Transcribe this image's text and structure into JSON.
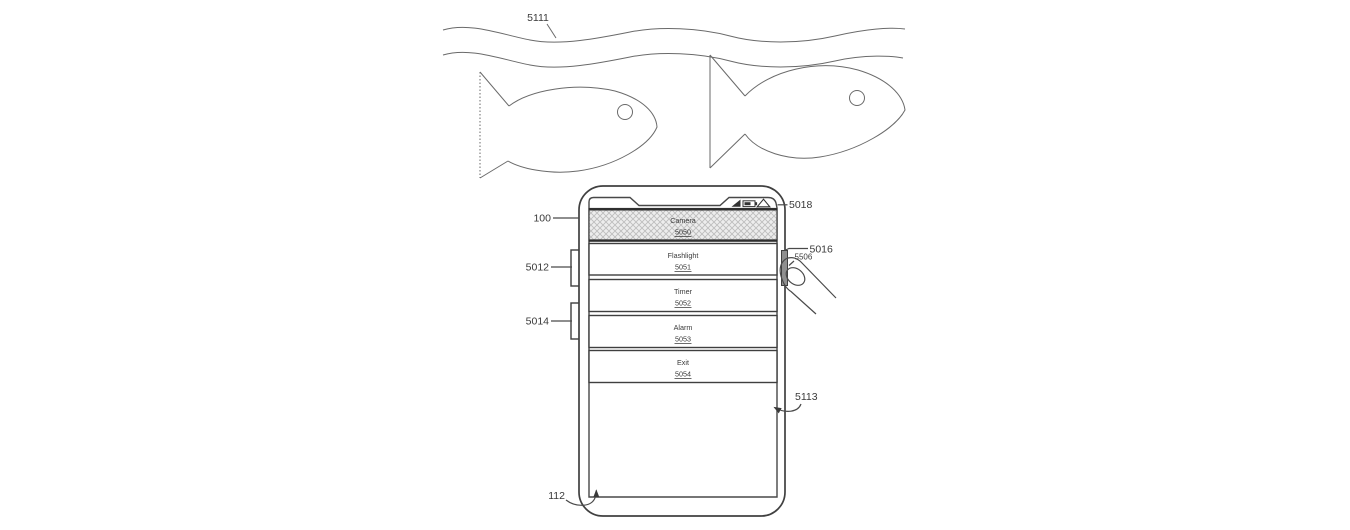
{
  "figure": {
    "labels": {
      "water": "5111",
      "device": "100",
      "side_button_upper": "5012",
      "side_button_lower": "5014",
      "status_bar": "5018",
      "right_button": "5016",
      "finger": "5506",
      "touchscreen": "5113",
      "display": "112"
    },
    "menu_items": [
      {
        "name": "Camera",
        "ref": "5050",
        "selected": true
      },
      {
        "name": "Flashlight",
        "ref": "5051",
        "selected": false
      },
      {
        "name": "Timer",
        "ref": "5052",
        "selected": false
      },
      {
        "name": "Alarm",
        "ref": "5053",
        "selected": false
      },
      {
        "name": "Exit",
        "ref": "5054",
        "selected": false
      }
    ],
    "colors": {
      "line": "#4a4a4a",
      "text": "#3a3a3a",
      "right_button_fill": "#8f8f8f",
      "hatch_background": "#ededed",
      "hatch_line": "#bdbdbd"
    }
  }
}
